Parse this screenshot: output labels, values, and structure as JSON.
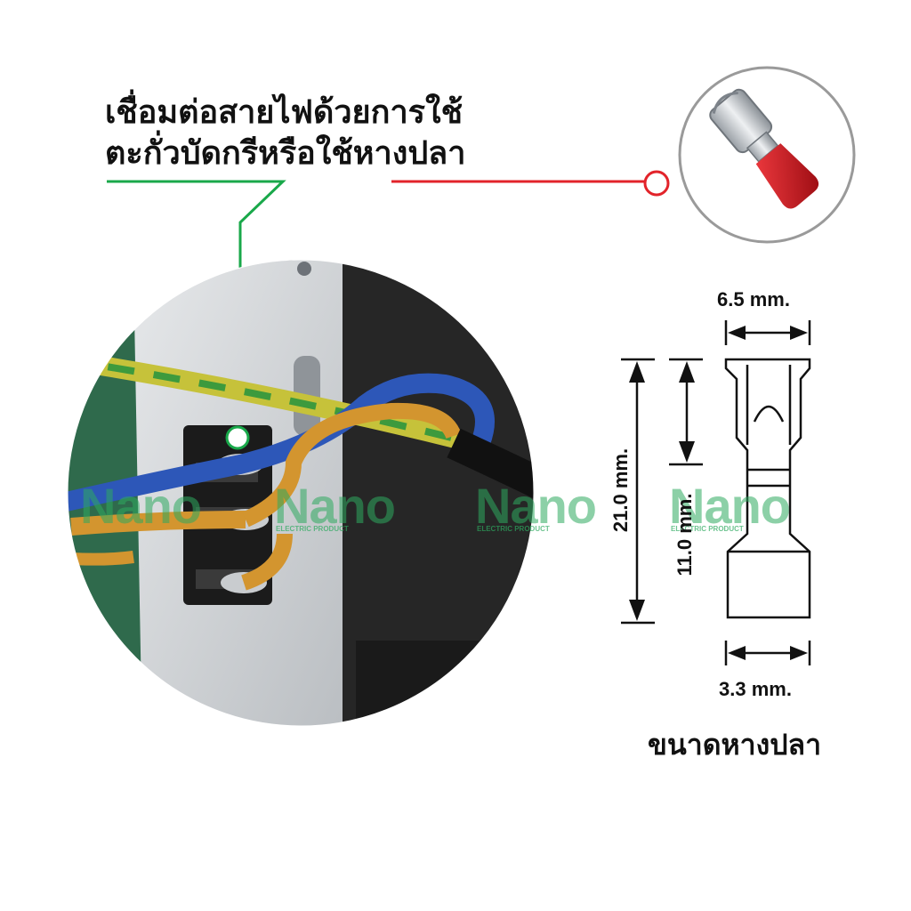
{
  "headline": {
    "line1": "เชื่อมต่อสายไฟด้วยการใช้",
    "line2_black": "ตะกั่วบัดกรีหรือใช้",
    "line2_highlight": "หางปลา"
  },
  "dimensions": {
    "top_width": "6.5 mm.",
    "total_length": "21.0 mm.",
    "socket_length": "11.0 mm.",
    "bottom_width": "3.3 mm."
  },
  "caption": "ขนาดหางปลา",
  "watermark": {
    "brand": "Nano",
    "sub": "ELECTRIC PRODUCT"
  },
  "colors": {
    "green_leader": "#19a84a",
    "red_leader": "#e2232a",
    "terminal_red": "#c8141c",
    "watermark_green": "#2eaa5f"
  },
  "icons": {
    "product_photo": "wiring-switch-photo",
    "terminal": "female-spade-terminal-icon",
    "dimension_drawing": "terminal-dimension-drawing"
  }
}
